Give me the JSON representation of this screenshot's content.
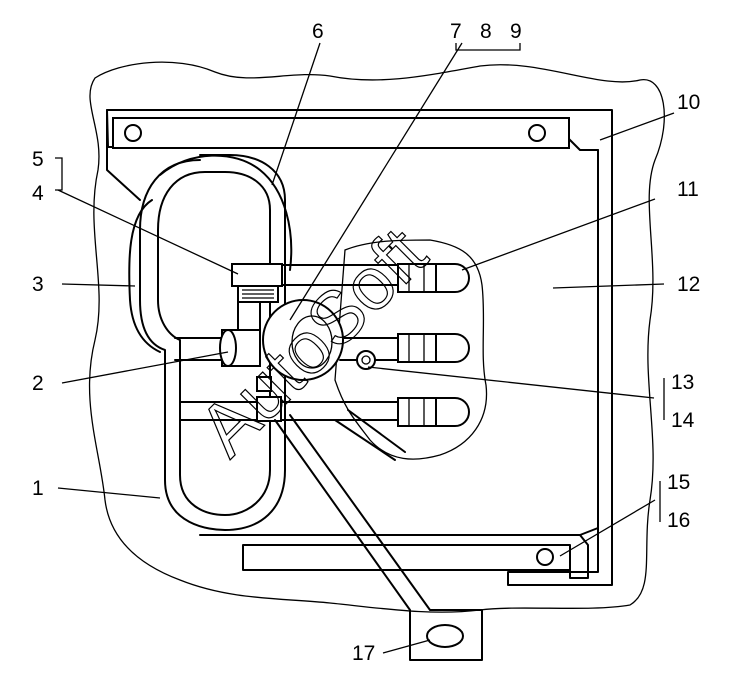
{
  "diagram": {
    "labels": {
      "l1": "1",
      "l2": "2",
      "l3": "3",
      "l4": "4",
      "l5": "5",
      "l6": "6",
      "l7": "7",
      "l8": "8",
      "l9": "9",
      "l10": "10",
      "l11": "11",
      "l12": "12",
      "l13": "13",
      "l14": "14",
      "l15": "15",
      "l16": "16",
      "l17": "17"
    },
    "watermark": "AutoSoft"
  }
}
